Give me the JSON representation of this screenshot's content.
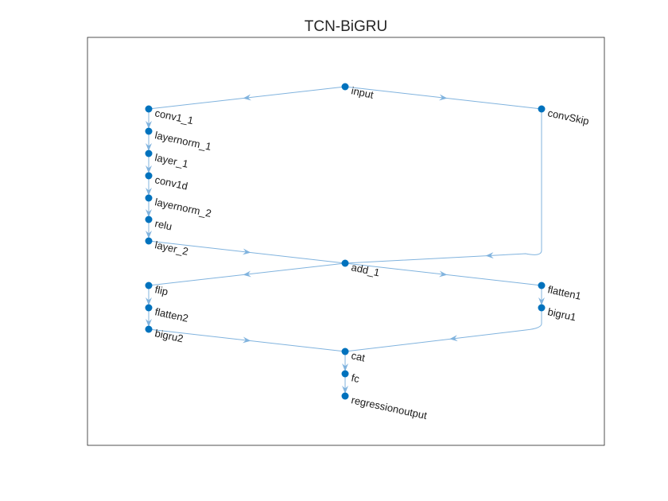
{
  "title": "TCN-BiGRU",
  "colors": {
    "node": "#0072BD",
    "edge": "#80B3DE",
    "axes_border": "#262626",
    "label": "#1a1a1a"
  },
  "nodes": [
    {
      "id": "input",
      "label": "input"
    },
    {
      "id": "conv1_1",
      "label": "conv1_1"
    },
    {
      "id": "layernorm_1",
      "label": "layernorm_1"
    },
    {
      "id": "layer_1",
      "label": "layer_1"
    },
    {
      "id": "conv1d",
      "label": "conv1d"
    },
    {
      "id": "layernorm_2",
      "label": "layernorm_2"
    },
    {
      "id": "relu",
      "label": "relu"
    },
    {
      "id": "layer_2",
      "label": "layer_2"
    },
    {
      "id": "convSkip",
      "label": "convSkip"
    },
    {
      "id": "add_1",
      "label": "add_1"
    },
    {
      "id": "flip",
      "label": "flip"
    },
    {
      "id": "flatten2",
      "label": "flatten2"
    },
    {
      "id": "bigru2",
      "label": "bigru2"
    },
    {
      "id": "flatten1",
      "label": "flatten1"
    },
    {
      "id": "bigru1",
      "label": "bigru1"
    },
    {
      "id": "cat",
      "label": "cat"
    },
    {
      "id": "fc",
      "label": "fc"
    },
    {
      "id": "regressionoutput",
      "label": "regressionoutput"
    }
  ],
  "edges": [
    {
      "from": "input",
      "to": "conv1_1"
    },
    {
      "from": "input",
      "to": "convSkip"
    },
    {
      "from": "conv1_1",
      "to": "layernorm_1"
    },
    {
      "from": "layernorm_1",
      "to": "layer_1"
    },
    {
      "from": "layer_1",
      "to": "conv1d"
    },
    {
      "from": "conv1d",
      "to": "layernorm_2"
    },
    {
      "from": "layernorm_2",
      "to": "relu"
    },
    {
      "from": "relu",
      "to": "layer_2"
    },
    {
      "from": "layer_2",
      "to": "add_1"
    },
    {
      "from": "convSkip",
      "to": "add_1"
    },
    {
      "from": "add_1",
      "to": "flip"
    },
    {
      "from": "add_1",
      "to": "flatten1"
    },
    {
      "from": "flip",
      "to": "flatten2"
    },
    {
      "from": "flatten2",
      "to": "bigru2"
    },
    {
      "from": "flatten1",
      "to": "bigru1"
    },
    {
      "from": "bigru2",
      "to": "cat"
    },
    {
      "from": "bigru1",
      "to": "cat"
    },
    {
      "from": "cat",
      "to": "fc"
    },
    {
      "from": "fc",
      "to": "regressionoutput"
    }
  ]
}
